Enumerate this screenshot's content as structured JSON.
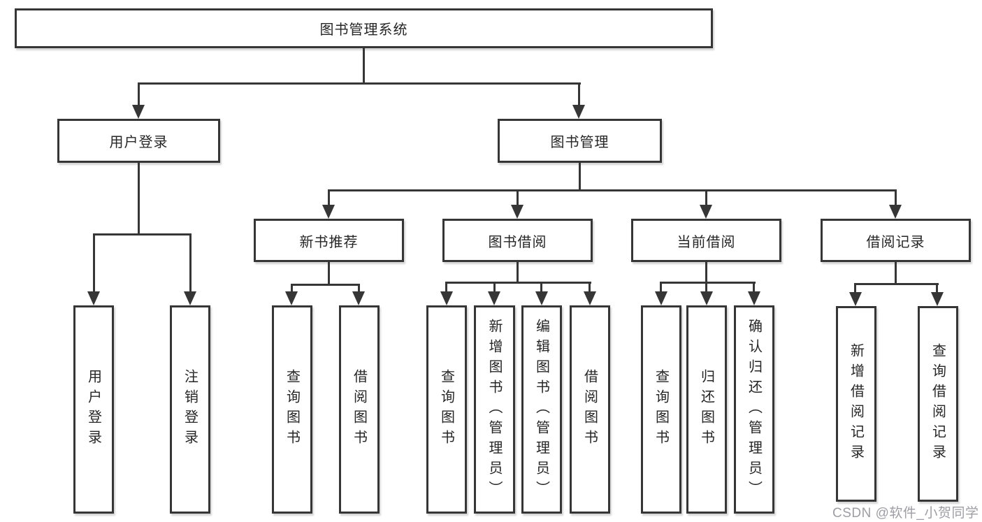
{
  "diagram": {
    "root": {
      "label": "图书管理系统"
    },
    "branches": [
      {
        "label": "用户登录",
        "children": [
          "用户登录",
          "注销登录"
        ]
      },
      {
        "label": "图书管理",
        "sections": [
          {
            "label": "新书推荐",
            "children": [
              "查询图书",
              "借阅图书"
            ]
          },
          {
            "label": "图书借阅",
            "children": [
              "查询图书",
              "新增图书（管理员）",
              "编辑图书（管理员）",
              "借阅图书"
            ]
          },
          {
            "label": "当前借阅",
            "children": [
              "查询图书",
              "归还图书",
              "确认归还（管理员）"
            ]
          },
          {
            "label": "借阅记录",
            "children": [
              "新增借阅记录",
              "查询借阅记录"
            ]
          }
        ]
      }
    ],
    "colors": {
      "line": "#363636",
      "border": "#363636",
      "text": "#262626",
      "background": "#ffffff",
      "watermark": "#9898a0"
    }
  },
  "watermark": {
    "text": "CSDN @软件_小贺同学"
  }
}
